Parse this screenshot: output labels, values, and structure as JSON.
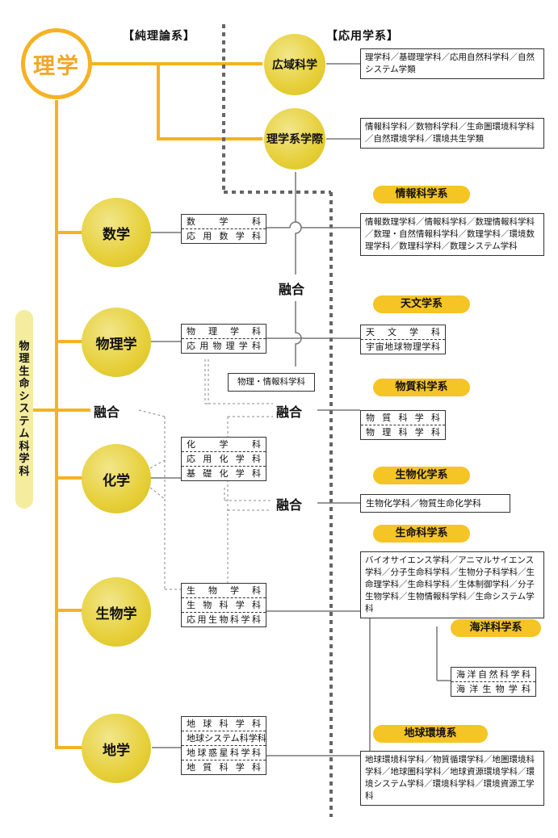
{
  "headers": {
    "pure": "【純理論系】",
    "applied": "【応用学系】"
  },
  "root": "理学",
  "side_label": [
    "物",
    "理",
    "生",
    "命",
    "シ",
    "ス",
    "テ",
    "ム",
    "科",
    "学",
    "科"
  ],
  "applied_nodes": [
    {
      "label": "広域科学",
      "desc": "理学科／基礎理学科／応用自然科学科／自然システム学類"
    },
    {
      "label": "理学系学際",
      "desc": "情報科学科／数物科学科／生命圏環境科学科／自然環境学科／環境共生学類"
    }
  ],
  "disciplines": [
    {
      "label": "数学",
      "departments": [
        "数学科",
        "応用数学科"
      ]
    },
    {
      "label": "物理学",
      "departments": [
        "物理学科",
        "応用物理学科"
      ]
    },
    {
      "label": "化学",
      "departments": [
        "化学科",
        "応用化学科",
        "基礎化学科"
      ]
    },
    {
      "label": "生物学",
      "departments": [
        "生物学科",
        "生物科学科",
        "応用生物科学科"
      ]
    },
    {
      "label": "地学",
      "departments": [
        "地球科学科",
        "地球システム科学科",
        "地球惑星科学科",
        "地質科学科"
      ]
    }
  ],
  "fusion_label": "融合",
  "physics_info": "物理・情報科学科",
  "categories": [
    {
      "label": "情報科学系",
      "desc": "情報数理学科／情報科学科／数理情報科学科／数理・自然情報科学科／数理学科／環境数理学科／数理科学科／数理システム学科"
    },
    {
      "label": "天文学系",
      "departments": [
        "天文学科",
        "宇宙地球物理学科"
      ]
    },
    {
      "label": "物質科学系",
      "departments": [
        "物質科学科",
        "物理科学科"
      ]
    },
    {
      "label": "生物化学系",
      "departments": [
        "生物化学科／物質生命化学科"
      ]
    },
    {
      "label": "生命科学系",
      "desc": "バイオサイエンス学科／アニマルサイエンス学科／分子生命科学科／生物分子科学科／生命理学科／生命科学科／生体制御学科／分子生物学科／生物情報科学科／生命システム学科"
    },
    {
      "label": "海洋科学系",
      "departments": [
        "海洋自然科学科",
        "海洋生物学科"
      ]
    },
    {
      "label": "地球環境系",
      "desc": "地球環境科学科／物質循環学科／地圏環境科学科／地球圏科学科／地球資源環境学科／環境システム学科／環境科学科／環境資源工学科"
    }
  ],
  "colors": {
    "orange": "#f5b224",
    "yellow": "#e6cf38",
    "pill": "#f5c425",
    "side": "#f4ec9f"
  }
}
